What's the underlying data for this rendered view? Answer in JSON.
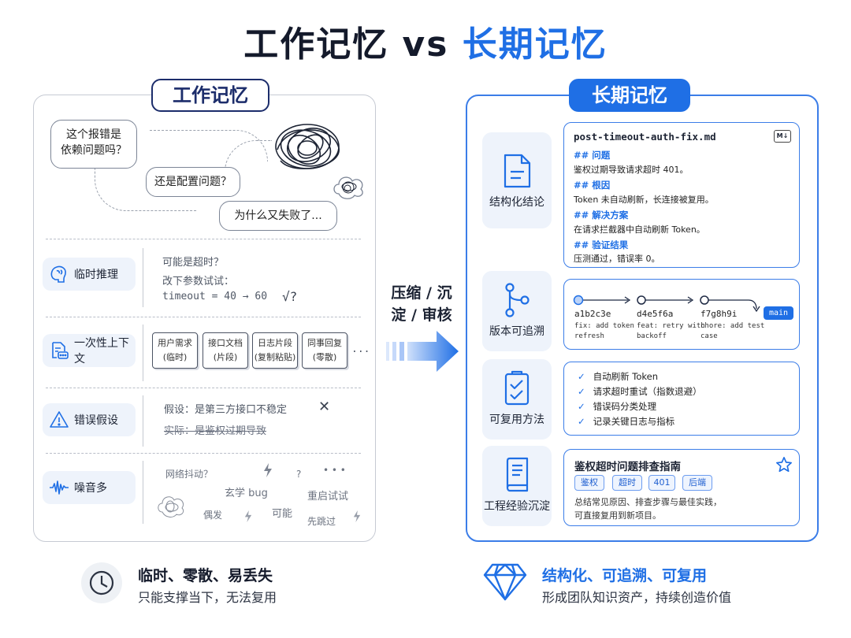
{
  "title": {
    "part1": "工作记忆 vs ",
    "part2": "长期记忆"
  },
  "colors": {
    "accent": "#1f6fe5",
    "dark": "#141a2b",
    "bubble_border": "#7c8596"
  },
  "left": {
    "tag": "工作记忆",
    "bubbles": [
      "这个报错是\n依赖问题吗？",
      "还是配置问题？",
      "为什么又失败了..."
    ],
    "rows": [
      {
        "label": "临时推理",
        "icon": "brain-icon",
        "lines": [
          "可能是超时？",
          "改下参数试试：",
          "timeout = 40 → 60",
          "√?"
        ]
      },
      {
        "label": "一次性上下文",
        "icon": "document-chat-icon",
        "cards": [
          [
            "用户需求",
            "(临时)"
          ],
          [
            "接口文档",
            "(片段)"
          ],
          [
            "日志片段",
            "(复制粘贴)"
          ],
          [
            "同事回复",
            "(零散)"
          ]
        ],
        "more": "..."
      },
      {
        "label": "错误假设",
        "icon": "warning-icon",
        "lines": [
          "假设：是第三方接口不稳定",
          "实际：是鉴权过期导致"
        ],
        "mark": "✕"
      },
      {
        "label": "噪音多",
        "icon": "waveform-icon",
        "words": [
          "网络抖动？",
          "玄学 bug",
          "重启试试",
          "偶发",
          "可能",
          "先跳过",
          "?",
          "• • •"
        ]
      }
    ]
  },
  "middle": {
    "line1": "压缩 / 沉",
    "line2": "淀 / 审核"
  },
  "right": {
    "tag": "长期记忆",
    "rows": [
      {
        "label": "结构化结论",
        "icon": "file-icon"
      },
      {
        "label": "版本可追溯",
        "icon": "git-branch-icon"
      },
      {
        "label": "可复用方法",
        "icon": "checklist-icon"
      },
      {
        "label": "工程经验沉淀",
        "icon": "book-icon"
      }
    ],
    "doc": {
      "filename": "post-timeout-auth-fix.md",
      "badge": "M↓",
      "sections": [
        {
          "h": "## 问题",
          "p": "鉴权过期导致请求超时 401。"
        },
        {
          "h": "## 根因",
          "p": "Token 未自动刷新，长连接被复用。"
        },
        {
          "h": "## 解决方案",
          "p": "在请求拦截器中自动刷新 Token。"
        },
        {
          "h": "## 验证结果",
          "p": "压测通过，错误率 0。"
        }
      ]
    },
    "commits": [
      {
        "id": "a1b2c3e",
        "msg": [
          "fix: add token",
          "refresh"
        ]
      },
      {
        "id": "d4e5f6a",
        "msg": [
          "feat: retry with",
          "backoff"
        ]
      },
      {
        "id": "f7g8h9i",
        "msg": [
          "chore: add test",
          "case"
        ]
      }
    ],
    "branch": "main",
    "checklist": [
      "自动刷新 Token",
      "请求超时重试（指数退避）",
      "错误码分类处理",
      "记录关键日志与指标"
    ],
    "guide": {
      "title": "鉴权超时问题排查指南",
      "tags": [
        "鉴权",
        "超时",
        "401",
        "后端"
      ],
      "lines": [
        "总结常见原因、排查步骤与最佳实践，",
        "可直接复用到新项目。"
      ]
    }
  },
  "footer": {
    "left": {
      "heading": "临时、零散、易丢失",
      "sub": "只能支撑当下，无法复用",
      "icon": "clock-icon"
    },
    "right": {
      "heading": "结构化、可追溯、可复用",
      "sub": "形成团队知识资产，持续创造价值",
      "icon": "diamond-icon"
    }
  }
}
